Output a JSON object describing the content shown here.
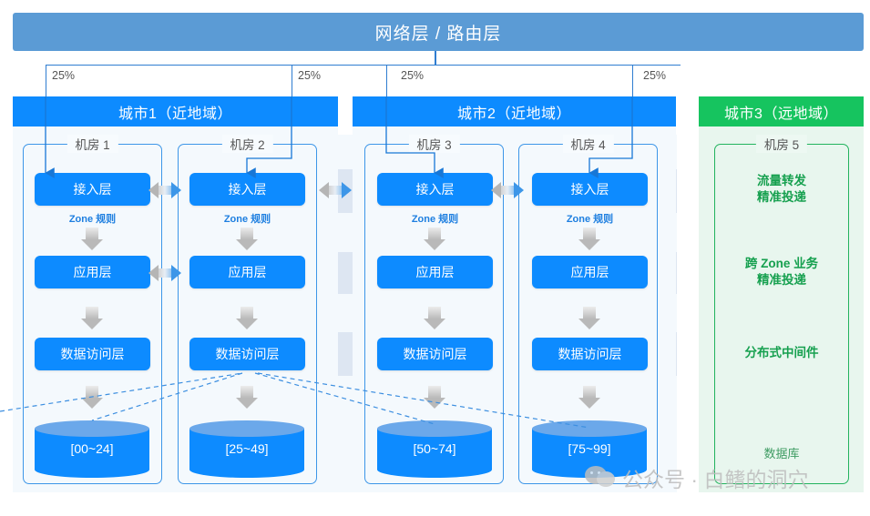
{
  "header": {
    "title": "网络层 / 路由层"
  },
  "distribution": {
    "percents": [
      "25%",
      "25%",
      "25%",
      "25%"
    ]
  },
  "cities": [
    {
      "title": "城市1（近地域）",
      "kind": "near"
    },
    {
      "title": "城市2（近地域）",
      "kind": "near"
    },
    {
      "title": "城市3（远地域）",
      "kind": "far"
    }
  ],
  "rooms": [
    {
      "label": "机房 1"
    },
    {
      "label": "机房 2"
    },
    {
      "label": "机房 3"
    },
    {
      "label": "机房 4"
    },
    {
      "label": "机房 5"
    }
  ],
  "layers": {
    "access": "接入层",
    "app": "应用层",
    "data_access": "数据访问层",
    "zone_rule": "Zone 规则"
  },
  "databases": [
    {
      "range": "[00~24]"
    },
    {
      "range": "[25~49]"
    },
    {
      "range": "[50~74]"
    },
    {
      "range": "[75~99]"
    }
  ],
  "remote_notes": [
    {
      "text": "流量转发\n精准投递"
    },
    {
      "text": "跨 Zone 业务\n精准投递"
    },
    {
      "text": "分布式中间件"
    },
    {
      "text": "数据库"
    }
  ],
  "watermark": {
    "text": "公众号 · 白鳍的洞穴",
    "icon": "wechat-icon"
  },
  "colors": {
    "header_blue": "#5b9bd5",
    "city_blue": "#0d8bff",
    "city_green": "#16c45f",
    "box_blue": "#0d8bff",
    "note_green": "#16a04f",
    "band_dark": "#dde6f2",
    "band_light": "#f4f9fd",
    "line_blue": "#2f7dd1"
  }
}
